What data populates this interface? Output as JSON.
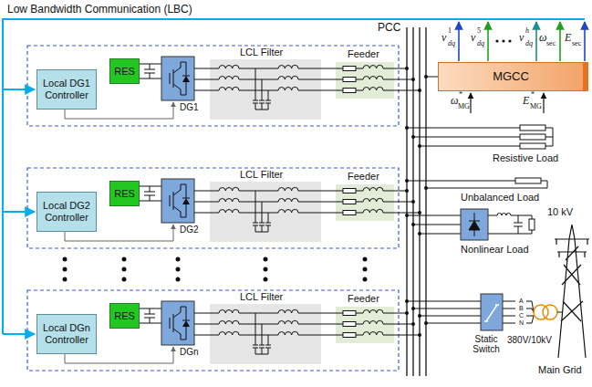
{
  "diagram": {
    "nodes": [
      {
        "text": [
          "Local DG1 Controller"
        ]
      },
      {
        "text": [
          "RES"
        ]
      },
      {
        "text": [
          "Local DG2 Controller"
        ]
      },
      {
        "text": [
          "RES"
        ]
      },
      {
        "text": [
          "Local DGn Controller"
        ]
      },
      {
        "text": [
          "RES"
        ]
      },
      {
        "text": [
          "MGCC"
        ]
      }
    ],
    "labels": [
      "Low Bandwidth Communication (LBC)",
      "PCC",
      "v",
      "1",
      "dq",
      "v",
      "5",
      "dq",
      "v",
      "h",
      "dq",
      "ω",
      "sec",
      "E",
      "sec",
      "ω",
      "*",
      "MG",
      "E",
      "*",
      "MG",
      "LCL Filter",
      "Feeder",
      "DG1",
      "LCL Filter",
      "Feeder",
      "DG2",
      "LCL Filter",
      "Feeder",
      "DGn",
      "Resistive Load",
      "Unbalanced Load",
      "Nonlinear Load",
      "Static Switch",
      "10 kV",
      "A",
      "B",
      "C",
      "N",
      "380V/10kV",
      "Main Grid"
    ]
  }
}
